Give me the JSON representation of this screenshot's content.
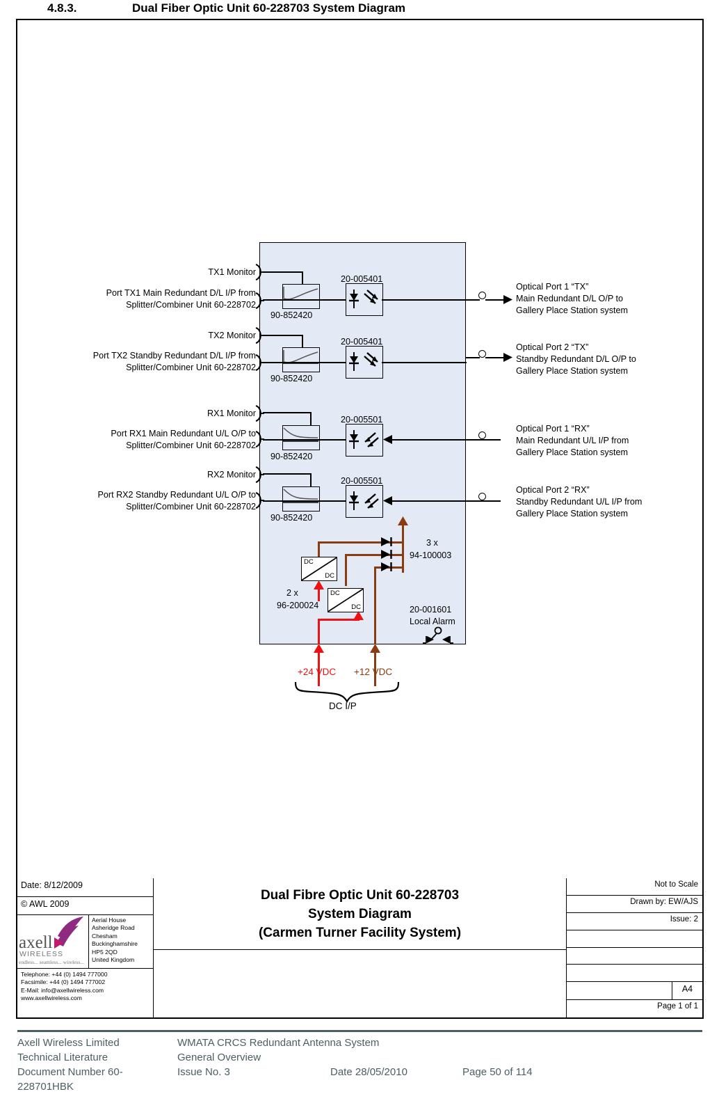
{
  "heading": {
    "number": "4.8.3.",
    "title": "Dual Fiber Optic Unit 60-228703 System Diagram"
  },
  "diagram": {
    "unit_background_color": "#e4eaf5",
    "left_labels": {
      "tx1_monitor": "TX1 Monitor",
      "tx1_port_l1": "Port TX1 Main Redundant D/L I/P from",
      "tx1_port_l2": "Splitter/Combiner Unit 60-228702",
      "tx2_monitor": "TX2 Monitor",
      "tx2_port_l1": "Port TX2 Standby Redundant D/L I/P from",
      "tx2_port_l2": "Splitter/Combiner Unit 60-228702",
      "rx1_monitor": "RX1 Monitor",
      "rx1_port_l1": "Port RX1 Main Redundant U/L O/P to",
      "rx1_port_l2": "Splitter/Combiner Unit 60-228702",
      "rx2_monitor": "RX2 Monitor",
      "rx2_port_l1": "Port RX2 Standby Redundant U/L O/P to",
      "rx2_port_l2": "Splitter/Combiner Unit 60-228702"
    },
    "right_labels": {
      "op1_l1": "Optical Port 1 “TX”",
      "op1_l2": "Main Redundant D/L O/P to",
      "op1_l3": "Gallery Place Station system",
      "op2_l1": "Optical Port 2 “TX”",
      "op2_l2": "Standby Redundant D/L O/P to",
      "op2_l3": "Gallery Place Station system",
      "op3_l1": "Optical Port 1 “RX”",
      "op3_l2": "Main Redundant U/L I/P from",
      "op3_l3": "Gallery Place Station system",
      "op4_l1": "Optical Port 2 “RX”",
      "op4_l2": "Standby Redundant U/L I/P from",
      "op4_l3": "Gallery Place Station system"
    },
    "part_numbers": {
      "coupler_tx1": "90-852420",
      "coupler_tx2": "90-852420",
      "coupler_rx1": "90-852420",
      "coupler_rx2": "90-852420",
      "optmod_tx1": "20-005401",
      "optmod_tx2": "20-005401",
      "optmod_rx1": "20-005501",
      "optmod_rx2": "20-005501"
    },
    "power": {
      "dcdc_qty": "2 x",
      "dcdc_pn": "96-200024",
      "dcdc_label_top": "DC",
      "dcdc_label_bottom": "DC",
      "diodes_qty": "3 x",
      "diodes_pn": "94-100003",
      "alarm_pn": "20-001601",
      "alarm_label": "Local Alarm",
      "volt_24": "+24 VDC",
      "volt_12": "+12 VDC",
      "dc_input": "DC I/P",
      "color_24v": "#ee1111",
      "color_12v": "#8a3b10"
    }
  },
  "title_block": {
    "date": "Date: 8/12/2009",
    "copyright": "© AWL 2009",
    "logo_name": "axell",
    "logo_sub": "WIRELESS",
    "logo_tag": "endless... seamless... wireless...",
    "address": [
      "Aerial House",
      "Asheridge Road",
      "Chesham",
      "Buckinghamshire",
      "HP5 2QD",
      "United Kingdom"
    ],
    "contact": [
      "Telephone: +44 (0) 1494 777000",
      "Facsimile: +44 (0) 1494 777002",
      "E-Mail: info@axellwireless.com",
      "www.axellwireless.com"
    ],
    "drawing_title_1": "Dual Fibre Optic Unit 60-228703",
    "drawing_title_2": "System Diagram",
    "drawing_title_3": "(Carmen Turner Facility System)",
    "scale": "Not to Scale",
    "drawn_by": "Drawn by: EW/AJS",
    "issue": "Issue: 2",
    "blank_1": "",
    "blank_2": "",
    "blank_3": "",
    "paper_size": "A4",
    "page_of": "Page 1 of 1"
  },
  "footer": {
    "company": "Axell Wireless Limited",
    "dept": "Technical Literature",
    "docnum": "Document Number 60-228701HBK",
    "project": "WMATA CRCS Redundant Antenna System",
    "section": "General Overview",
    "issue": "Issue No. 3",
    "date": "Date 28/05/2010",
    "page": "Page 50 of 114",
    "color": "#4a5f63"
  }
}
